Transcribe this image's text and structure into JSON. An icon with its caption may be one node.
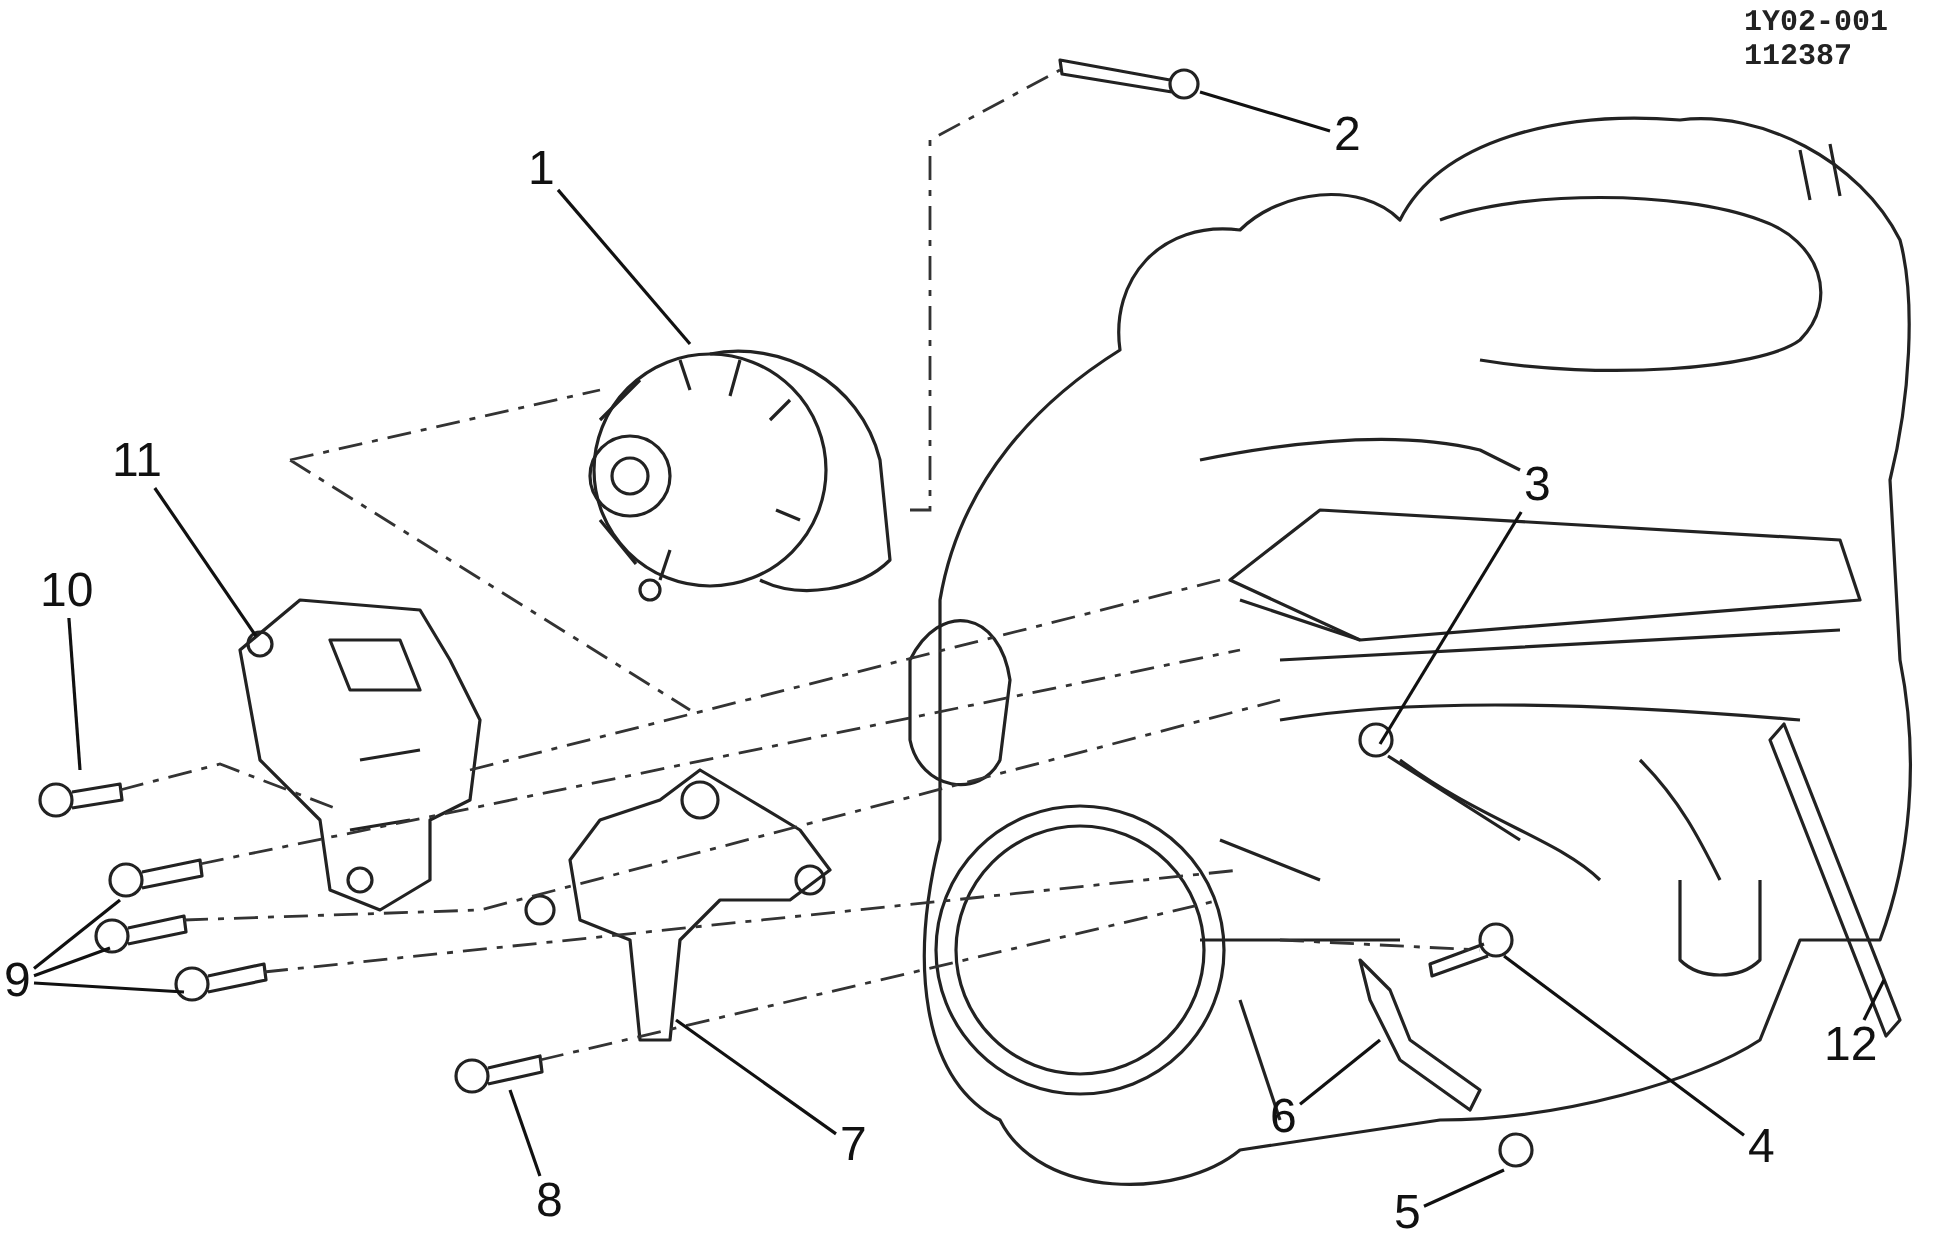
{
  "diagram": {
    "nodes": [
      {
        "text": [
          "1"
        ]
      },
      {
        "text": [
          "2"
        ]
      },
      {
        "text": [
          "3"
        ]
      },
      {
        "text": [
          "4"
        ]
      },
      {
        "text": [
          "5"
        ]
      },
      {
        "text": [
          "6"
        ]
      },
      {
        "text": [
          "7"
        ]
      },
      {
        "text": [
          "8"
        ]
      },
      {
        "text": [
          "9"
        ]
      },
      {
        "text": [
          "10"
        ]
      },
      {
        "text": [
          "11"
        ]
      },
      {
        "text": [
          "12"
        ]
      }
    ],
    "edges": [
      {
        "from": 0,
        "to": null,
        "arrow": "none"
      },
      {
        "from": 1,
        "to": null,
        "arrow": "none"
      },
      {
        "from": 2,
        "to": null,
        "arrow": "none"
      },
      {
        "from": 3,
        "to": null,
        "arrow": "none"
      },
      {
        "from": 4,
        "to": null,
        "arrow": "none"
      },
      {
        "from": 5,
        "to": null,
        "arrow": "none"
      },
      {
        "from": 6,
        "to": null,
        "arrow": "none"
      },
      {
        "from": 7,
        "to": null,
        "arrow": "none"
      },
      {
        "from": 8,
        "to": null,
        "arrow": "none"
      },
      {
        "from": 8,
        "to": null,
        "arrow": "none"
      },
      {
        "from": 8,
        "to": null,
        "arrow": "none"
      },
      {
        "from": 9,
        "to": null,
        "arrow": "none"
      },
      {
        "from": 10,
        "to": null,
        "arrow": "none"
      },
      {
        "from": 11,
        "to": null,
        "arrow": "none"
      }
    ],
    "labels": [
      "1Y02-001",
      "112387"
    ]
  }
}
